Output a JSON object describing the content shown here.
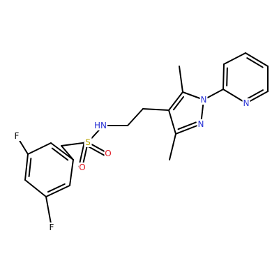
{
  "colors": {
    "background": "#ffffff",
    "bond": "#000000",
    "nitrogen": "#2a33d6",
    "fluorine": "#000000",
    "sulfur": "#b8a400",
    "oxygen": "#e0141e"
  },
  "atoms": {
    "f_top": "F",
    "f_bottom": "F",
    "s": "S",
    "o_left": "O",
    "o_right": "O",
    "nh": "HN",
    "n_pyrazole_1": "N",
    "n_pyrazole_2": "N",
    "n_pyridine": "N"
  }
}
